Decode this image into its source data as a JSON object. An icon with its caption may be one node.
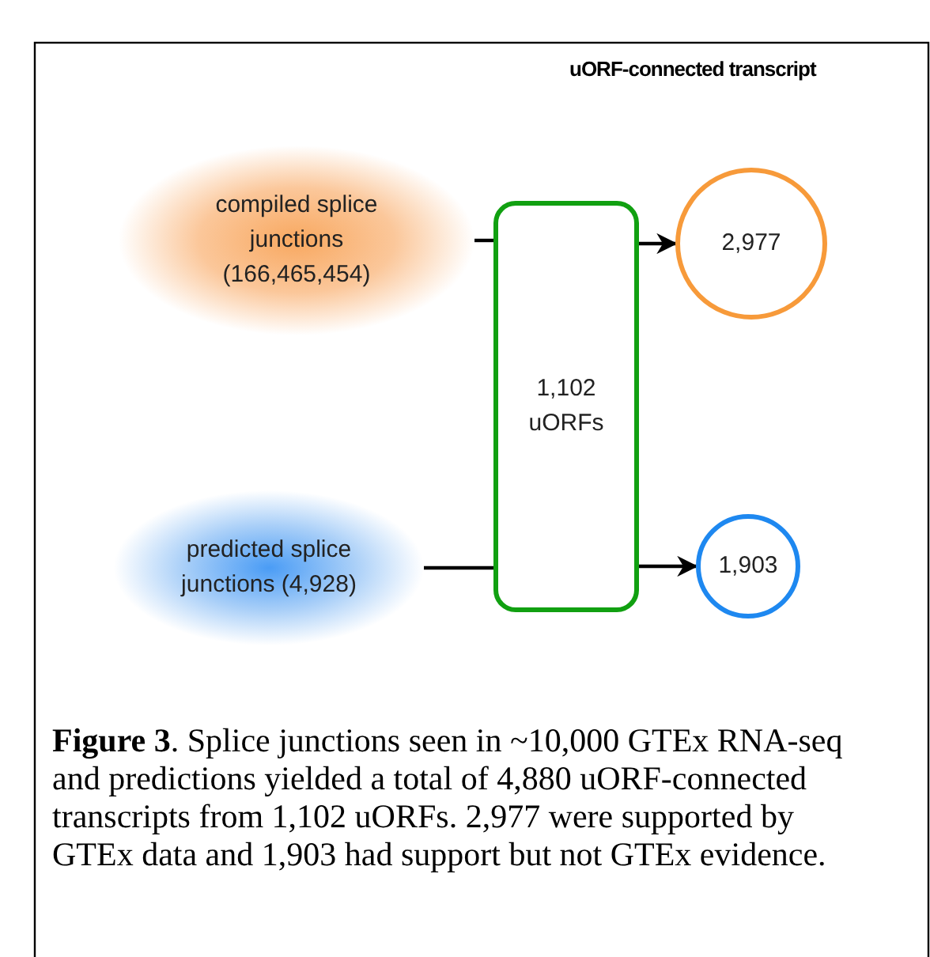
{
  "diagram": {
    "caption": "**Figure 3**. Splice junctions seen in ~10,000 GTEx RNA-seq and predictions yielded a total of 4,880 uORF-connected transcripts from 1,102 uORFs. 2,977 were supported by GTEx data and 1,903 had support but not GTEx evidence.",
    "nodes": [
      {
        "text": [
          "compiled splice junctions (166,465,454)"
        ]
      },
      {
        "text": [
          "predicted splice junctions (4,928)"
        ]
      },
      {
        "text": [
          "1,102 uORFs"
        ]
      },
      {
        "text": [
          "2,977"
        ]
      },
      {
        "text": [
          "1,903"
        ]
      }
    ],
    "edges": [
      {
        "from": 0,
        "to": 2,
        "arrow": "none"
      },
      {
        "from": 1,
        "to": 2,
        "arrow": "none"
      },
      {
        "from": 2,
        "to": 3,
        "arrow": "to"
      },
      {
        "from": 2,
        "to": 4,
        "arrow": "to"
      }
    ],
    "labels": [
      "uORF-connected transcript"
    ]
  }
}
